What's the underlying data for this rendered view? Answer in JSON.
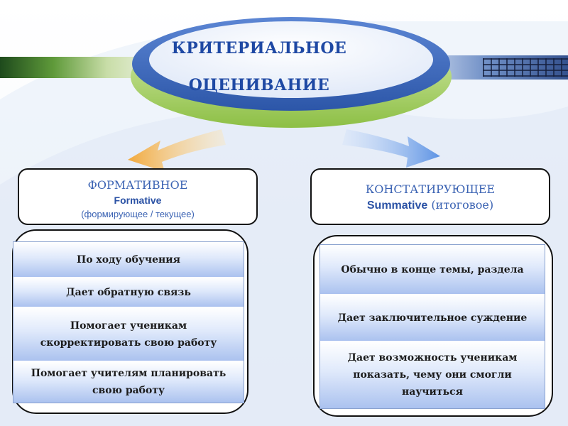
{
  "title": {
    "line1": "КРИТЕРИАЛЬНОЕ",
    "line2": "ОЦЕНИВАНИЕ"
  },
  "formative": {
    "title_ru": "ФОРМАТИВНОЕ",
    "title_en": "Formative",
    "subtitle": "(формирующее / текущее)",
    "items": [
      "По ходу обучения",
      "Дает обратную связь",
      "Помогает ученикам скорректировать свою работу",
      "Помогает учителям планировать свою работу"
    ]
  },
  "summative": {
    "title_ru": "КОНСТАТИРУЮЩЕЕ",
    "title_en": "Summative",
    "subtitle": "(итоговое)",
    "items": [
      "Обычно в конце темы, раздела",
      "Дает заключительное суждение",
      "Дает возможность ученикам показать, чему они смогли научиться"
    ]
  },
  "colors": {
    "accent_blue": "#1f49a4",
    "arrow_left": "#f0b34d",
    "arrow_right": "#6f9fe6",
    "ellipse_green": "#a9d263"
  }
}
